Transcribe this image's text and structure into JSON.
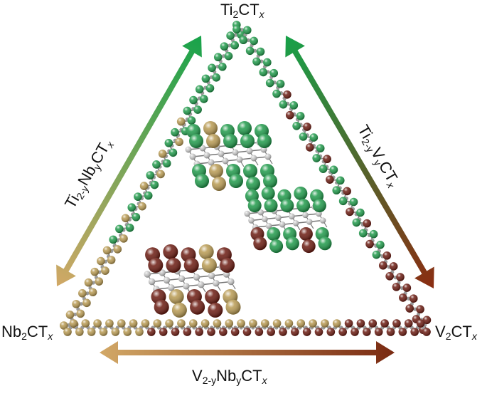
{
  "colors": {
    "ti": "#1f9a4a",
    "ti_dark": "#0f6e30",
    "v": "#6b1a10",
    "v_dark": "#3e0a05",
    "nb": "#b89a52",
    "nb_dark": "#7d6628",
    "c": "#9a9a9a",
    "arrow_green": "#22a84f",
    "arrow_gold": "#c9a45c",
    "arrow_brown": "#7a2a12"
  },
  "vertices": {
    "top": {
      "base": "Ti",
      "sub": "2",
      "rest": "CT",
      "x": "x"
    },
    "left": {
      "base": "Nb",
      "sub": "2",
      "rest": "CT",
      "x": "x"
    },
    "right": {
      "base": "V",
      "sub": "2",
      "rest": "CT",
      "x": "x"
    }
  },
  "edges": {
    "left": {
      "a": "Ti",
      "sub1": "2-y",
      "b": "Nb",
      "sub2": "y",
      "rest": "CT",
      "x": "x"
    },
    "right": {
      "a": "Ti",
      "sub1": "2-y",
      "b": "V",
      "sub2": "y",
      "rest": "CT",
      "x": "x"
    },
    "bottom": {
      "a": "V",
      "sub1": "2-y",
      "b": "Nb",
      "sub2": "y",
      "rest": "CT",
      "x": "x"
    }
  },
  "icons": {
    "double_arrow": "double-headed-arrow",
    "atom_chain": "atom-chain",
    "crystal_structure": "layered-crystal-structure"
  }
}
